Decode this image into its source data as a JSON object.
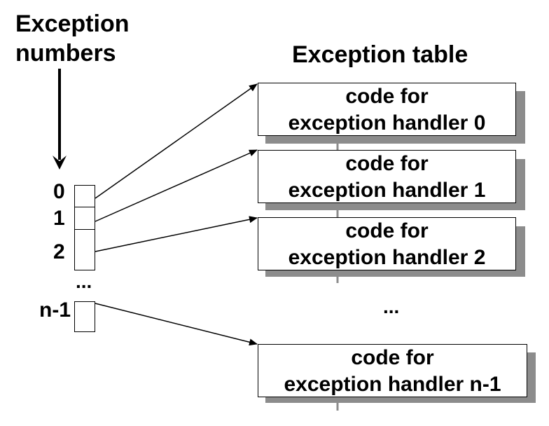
{
  "header": {
    "numbers_line1": "Exception",
    "numbers_line2": "numbers",
    "table_title": "Exception table"
  },
  "indices": [
    "0",
    "1",
    "2",
    "...",
    "n-1"
  ],
  "table_dots": "...",
  "handlers": [
    {
      "line1": "code for",
      "line2": "exception handler 0"
    },
    {
      "line1": "code for",
      "line2": "exception handler 1"
    },
    {
      "line1": "code for",
      "line2": "exception handler 2"
    },
    {
      "line1": "code for",
      "line2": "exception handler n-1"
    }
  ],
  "colors": {
    "shadow": "#8c8c8c",
    "line": "#000000"
  }
}
